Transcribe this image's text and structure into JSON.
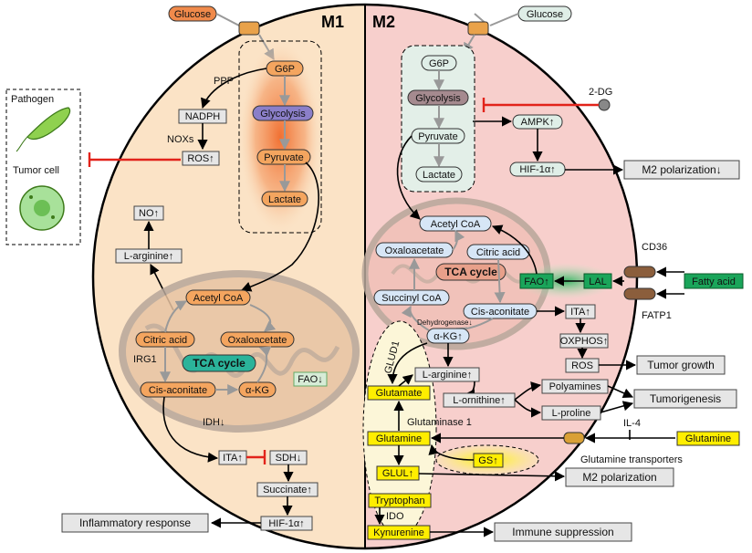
{
  "panels": {
    "m1": "M1",
    "m2": "M2"
  },
  "legend": {
    "pathogen": "Pathogen",
    "tumor": "Tumor cell"
  },
  "m1": {
    "glucose": "Glucose",
    "ppp": "PPP",
    "nadph": "NADPH",
    "noxs": "NOXs",
    "ros": "ROS↑",
    "no": "NO↑",
    "larginine": "L-arginine↑",
    "g6p": "G6P",
    "glycolysis": "Glycolysis",
    "pyruvate": "Pyruvate",
    "lactate": "Lactate",
    "acetylcoa": "Acetyl CoA",
    "citric": "Citric acid",
    "oxalo": "Oxaloacetate",
    "irg1": "IRG1",
    "tca": "TCA cycle",
    "fao": "FAO↓",
    "cisacon": "Cis-aconitate",
    "akg": "α-KG",
    "idh": "IDH↓",
    "ita": "ITA↑",
    "sdh": "SDH↓",
    "succinate": "Succinate↑",
    "hif": "HIF-1α↑",
    "inflam": "Inflammatory response"
  },
  "m2": {
    "glucose": "Glucose",
    "g6p": "G6P",
    "glycolysis": "Glycolysis",
    "pyruvate": "Pyruvate",
    "lactate": "Lactate",
    "twodg": "2-DG",
    "ampk": "AMPK↑",
    "hif": "HIF-1α↑",
    "m2pol1": "M2 polarization↓",
    "acetylcoa": "Acetyl CoA",
    "oxalo": "Oxaloacetate",
    "citric": "Citric acid",
    "tca": "TCA cycle",
    "fao": "FAO↑",
    "lal": "LAL",
    "cd36": "CD36",
    "fatty": "Fatty acid",
    "fatp1": "FATP1",
    "succinyl": "Succinyl CoA",
    "cisacon": "Cis-aconitate",
    "dehydro": "Dehydrogenase↓",
    "akg": "α-KG↑",
    "ita": "ITA↑",
    "oxphos": "OXPHOS↑",
    "ros": "ROS",
    "tumorgrowth": "Tumor growth",
    "glud1": "GLUD1",
    "larg": "L-arginine↑",
    "glutamate": "Glutamate",
    "lornithine": "L-ornithine↑",
    "polyamines": "Polyamines",
    "lproline": "L-proline",
    "tumorigenesis": "Tumorigenesis",
    "glutaminase": "Glutaminase 1",
    "il4": "IL-4",
    "glutamine": "Glutamine",
    "glutamine_ext": "Glutamine",
    "gs": "GS↑",
    "gt": "Glutamine transporters",
    "glul": "GLUL↑",
    "m2pol2": "M2 polarization",
    "tryptophan": "Tryptophan",
    "ido": "IDO",
    "kynurenine": "Kynurenine",
    "immune": "Immune suppression"
  },
  "colors": {
    "m1_bg": "#fbe3c6",
    "m2_bg": "#f7cfcc",
    "orange_node": "#f4a55f",
    "blue_node": "#d7e6f6",
    "green_node": "#1aa55a",
    "teal": "#2bb39a",
    "yellow": "#ffee00",
    "inhibit": "#e2231a"
  }
}
